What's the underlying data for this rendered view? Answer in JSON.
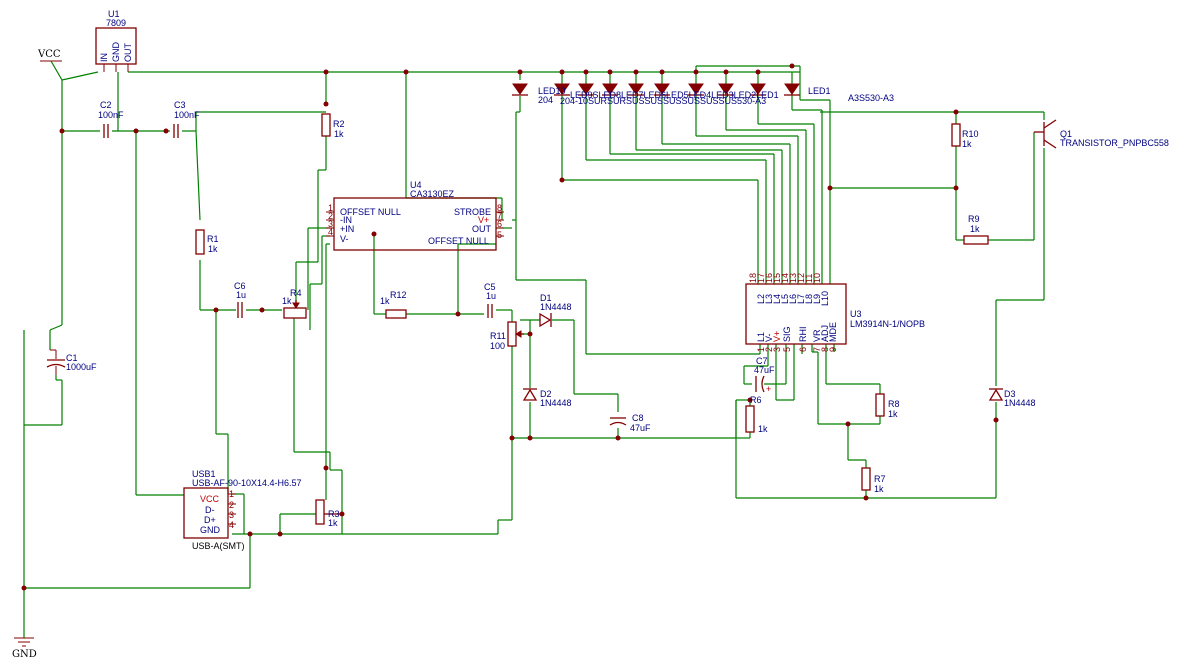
{
  "power": {
    "vcc": "VCC",
    "gnd": "GND"
  },
  "u1": {
    "ref": "U1",
    "value": "7809",
    "pins": [
      "IN",
      "GND",
      "OUT"
    ]
  },
  "u4": {
    "ref": "U4",
    "value": "CA3130EZ",
    "left": [
      "OFFSET NULL",
      "-IN",
      "+IN",
      "V-"
    ],
    "leftnum": [
      "1",
      "2",
      "3",
      "4"
    ],
    "right": [
      "STROBE",
      "V+",
      "OUT",
      "OFFSET NULL"
    ],
    "rightnum": [
      "8",
      "7",
      "6",
      "5"
    ]
  },
  "u3": {
    "ref": "U3",
    "value": "LM3914N-1/NOPB",
    "top": [
      "L2",
      "L3",
      "L4",
      "L5",
      "L6",
      "L7",
      "L8",
      "L9",
      "L10"
    ],
    "topnum": [
      "18",
      "17",
      "16",
      "15",
      "14",
      "13",
      "12",
      "11",
      "10"
    ],
    "bot": [
      "L1",
      "V-",
      "V+",
      "SIG",
      "RHI",
      "VR",
      "ADJ",
      "MDE"
    ],
    "botnum": [
      "1",
      "2",
      "3",
      "5",
      "6",
      "7",
      "8",
      "9"
    ]
  },
  "usb": {
    "ref": "USB1",
    "value": "USB-AF-90-10X14.4-H6.57",
    "name": "USB-A(SMT)",
    "pins": [
      "VCC",
      "D-",
      "D+",
      "GND"
    ],
    "pinnum": [
      "1",
      "2",
      "3",
      "4"
    ]
  },
  "q1": {
    "ref": "Q1",
    "value": "TRANSISTOR_PNPBC558"
  },
  "r": [
    {
      "ref": "R1",
      "value": "1k"
    },
    {
      "ref": "R2",
      "value": "1k"
    },
    {
      "ref": "R3",
      "value": "1k"
    },
    {
      "ref": "R4",
      "value": "1k"
    },
    {
      "ref": "R6",
      "value": "1k"
    },
    {
      "ref": "R7",
      "value": "1k"
    },
    {
      "ref": "R8",
      "value": "1k"
    },
    {
      "ref": "R9",
      "value": "1k"
    },
    {
      "ref": "R10",
      "value": "1k"
    },
    {
      "ref": "R11",
      "value": "100"
    },
    {
      "ref": "R12",
      "value": "1k"
    }
  ],
  "c": [
    {
      "ref": "C1",
      "value": "1000uF"
    },
    {
      "ref": "C2",
      "value": "100nF"
    },
    {
      "ref": "C3",
      "value": "100nF"
    },
    {
      "ref": "C5",
      "value": "1u"
    },
    {
      "ref": "C6",
      "value": "1u"
    },
    {
      "ref": "C7",
      "value": "47uF"
    },
    {
      "ref": "C8",
      "value": "47uF"
    }
  ],
  "d": [
    {
      "ref": "D1",
      "value": "1N4448"
    },
    {
      "ref": "D2",
      "value": "1N4448"
    },
    {
      "ref": "D3",
      "value": "1N4448"
    }
  ],
  "leds": {
    "first_ref": "LED10",
    "first_value": "204",
    "labels_overlap": "LED9SLED8LED7LED6LED5LED4LED3LED2LED1",
    "values_overlap": "204-10SURSURSUSSUSSUSSUSSUSSUS530-A3",
    "last_ref": "LED1",
    "last_value": "A3S530-A3"
  }
}
